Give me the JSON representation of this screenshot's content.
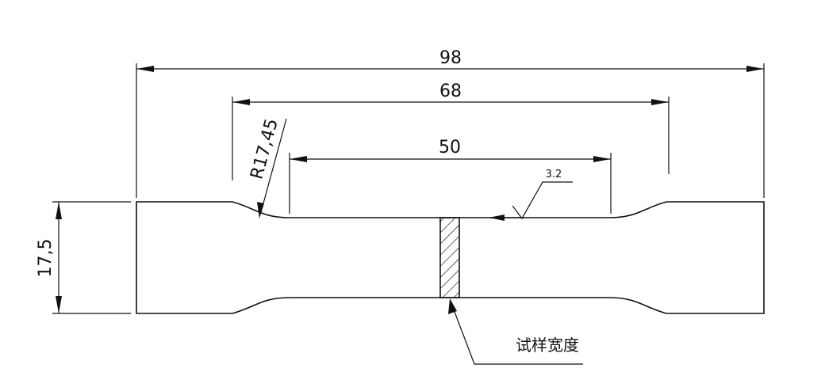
{
  "drawing": {
    "dimensions": {
      "overall_length": "98",
      "shoulder_length": "68",
      "gauge_length": "50",
      "width": "17,5",
      "radius": "R17,45",
      "roughness": "3.2"
    },
    "callout": {
      "label": "试样宽度"
    }
  }
}
